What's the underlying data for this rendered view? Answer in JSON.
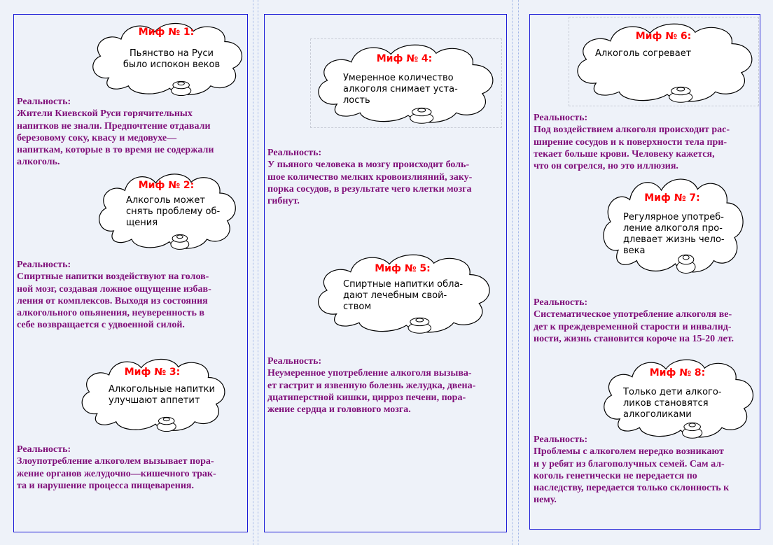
{
  "reality_label": "Реальность:",
  "myths": [
    {
      "title": "Миф № 1:",
      "text": "Пьянство на Руси\nбыло испокон веков",
      "reality": "Жители Киевской Руси горячительных\nнапитков не знали. Предпочтение отдавали\nберезовому соку, квасу и медовухе—\nнапиткам, которые в то время не содержали\nалкоголь."
    },
    {
      "title": "Миф № 2:",
      "text": "Алкоголь может\nснять проблему об-\nщения",
      "reality": "Спиртные напитки воздействуют на голов-\nной мозг, создавая ложное ощущение избав-\nления от комплексов. Выходя из состояния\nалкогольного опьянения, неуверенность в\nсебе возвращается с удвоенной силой."
    },
    {
      "title": "Миф № 3:",
      "text": "Алкогольные напитки\nулучшают аппетит",
      "reality": "Злоупотребление алкоголем вызывает пора-\nжение органов желудочно—кишечного трак-\nта и нарушение процесса пищеварения."
    },
    {
      "title": "Миф № 4:",
      "text": "Умеренное количество\nалкоголя снимает уста-\nлость",
      "reality": "У пьяного человека в мозгу происходит боль-\nшое количество мелких кровоизлияний, заку-\nпорка сосудов, в результате чего клетки мозга\nгибнут."
    },
    {
      "title": "Миф № 5:",
      "text": "Спиртные напитки обла-\nдают лечебным свой-\nством",
      "reality": "Неумеренное употребление алкоголя вызыва-\nет гастрит и язвенную болезнь желудка, двена-\nдцатиперстной кишки, цирроз печени, пора-\nжение сердца и головного мозга."
    },
    {
      "title": "Миф № 6:",
      "text": "Алкоголь согревает",
      "reality": "Под воздействием алкоголя происходит рас-\nширение сосудов и к поверхности тела при-\nтекает больше крови. Человеку кажется,\nчто он согрелся, но это иллюзия."
    },
    {
      "title": "Миф № 7:",
      "text": "Регулярное употреб-\nление алкоголя про-\nдлевает жизнь чело-\nвека",
      "reality": "Систематическое употребление алкоголя ве-\nдет к преждевременной старости и инвалид-\nности, жизнь становится короче на 15-20 лет."
    },
    {
      "title": "Миф № 8:",
      "text": "Только дети алкого-\nликов становятся\nалкоголиками",
      "reality": "Проблемы с алкоголем нередко возникают\nи у ребят  из благополучных семей. Сам ал-\nкоголь генетически не передается по\nнаследству, передается только склонность к\nнему."
    }
  ]
}
